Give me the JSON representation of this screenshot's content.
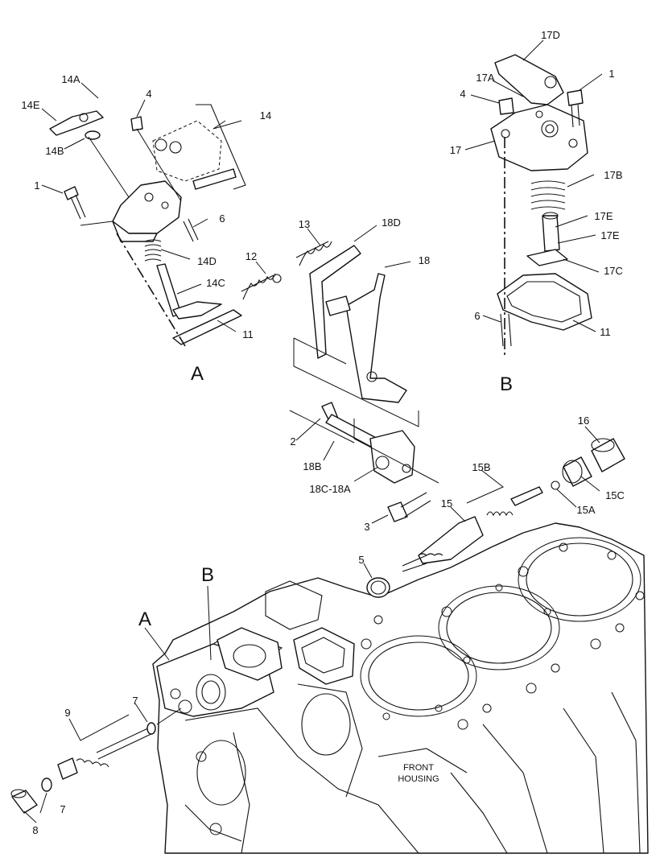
{
  "callouts": {
    "14A": "14A",
    "14E": "14E",
    "14B": "14B",
    "4a": "4",
    "14": "14",
    "1a": "1",
    "6a": "6",
    "14D": "14D",
    "14C": "14C",
    "11a": "11",
    "A1": "A",
    "12": "12",
    "13": "13",
    "18D": "18D",
    "18": "18",
    "2": "2",
    "18B": "18B",
    "18C18A": "18C-18A",
    "3": "3",
    "17D": "17D",
    "17A": "17A",
    "4b": "4",
    "1b": "1",
    "17": "17",
    "17B": "17B",
    "17E1": "17E",
    "17E2": "17E",
    "17C": "17C",
    "6b": "6",
    "11b": "11",
    "B1": "B",
    "16": "16",
    "15B": "15B",
    "15C": "15C",
    "15A": "15A",
    "15": "15",
    "5": "5",
    "B2": "B",
    "A2": "A",
    "9": "9",
    "7a": "7",
    "7b": "7",
    "8": "8"
  },
  "housing_label": {
    "line1": "FRONT",
    "line2": "HOUSING"
  }
}
